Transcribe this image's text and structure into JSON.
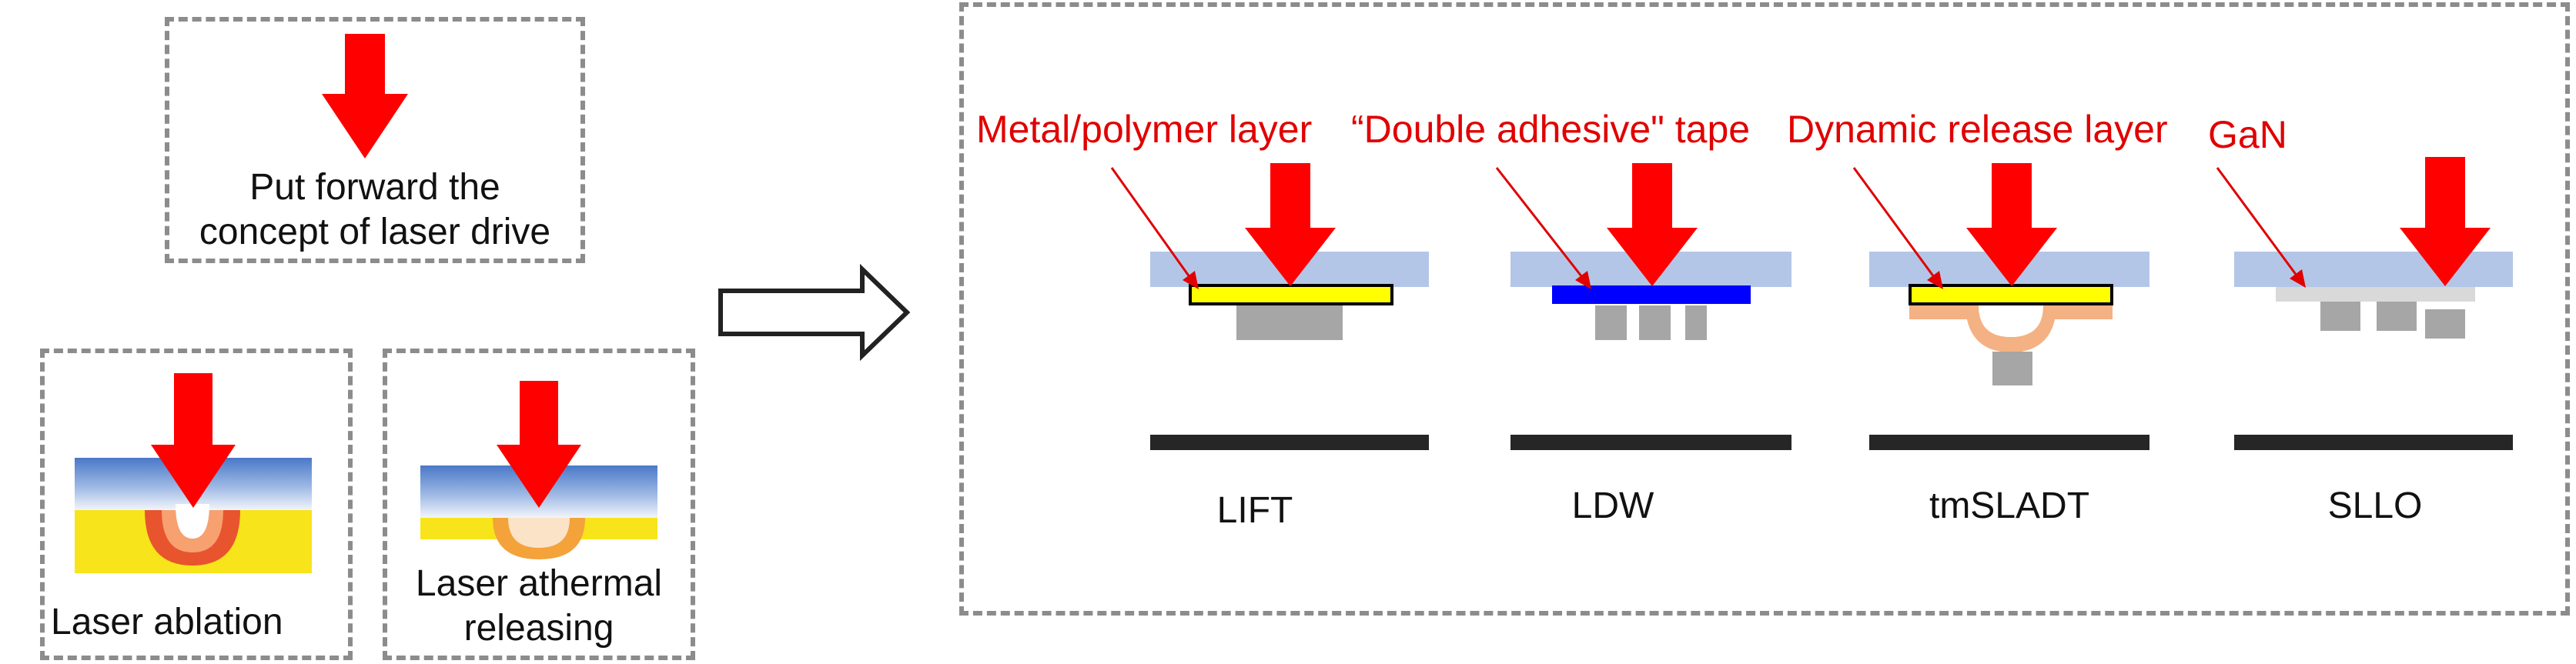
{
  "concept": {
    "line1": "Put forward the",
    "line2": "concept of laser drive"
  },
  "ablation": {
    "label": "Laser ablation"
  },
  "athermal": {
    "line1": "Laser athermal",
    "line2": "releasing"
  },
  "techniques": [
    {
      "name": "LIFT",
      "annotation": "Metal/polymer layer"
    },
    {
      "name": "LDW",
      "annotation": "“Double adhesive\" tape"
    },
    {
      "name": "tmSLADT",
      "annotation": "Dynamic release layer"
    },
    {
      "name": "SLLO",
      "annotation": "GaN"
    }
  ],
  "colors": {
    "laser_arrow": "#ff0000",
    "annotation_text": "#e00000",
    "substrate": "#b4c6e7",
    "metal_polymer_layer": "#ffff00",
    "adhesive_tape": "#0000ff",
    "release_layer": "#f4b183",
    "gan_layer": "#d9d9d9",
    "chip": "#a6a6a6",
    "receiver": "#262626"
  }
}
